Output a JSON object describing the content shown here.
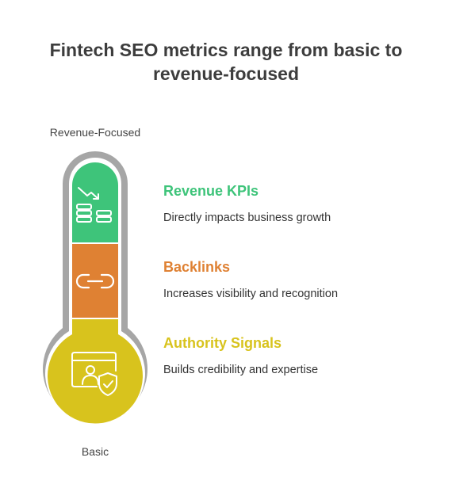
{
  "title_line1": "Fintech SEO metrics range from basic to",
  "title_line2": "revenue-focused",
  "scale": {
    "top_label": "Revenue-Focused",
    "bottom_label": "Basic"
  },
  "levels": [
    {
      "heading": "Revenue KPIs",
      "description": "Directly impacts business growth",
      "color": "#3ec47a",
      "icon": "coins-declining-chart-icon"
    },
    {
      "heading": "Backlinks",
      "description": "Increases visibility and recognition",
      "color": "#df8133",
      "icon": "link-chain-icon"
    },
    {
      "heading": "Authority Signals",
      "description": "Builds credibility and expertise",
      "color": "#d8c31d",
      "icon": "verified-profile-shield-icon"
    }
  ],
  "colors": {
    "outline": "#a6a6a6",
    "title": "#3d3d3d"
  }
}
